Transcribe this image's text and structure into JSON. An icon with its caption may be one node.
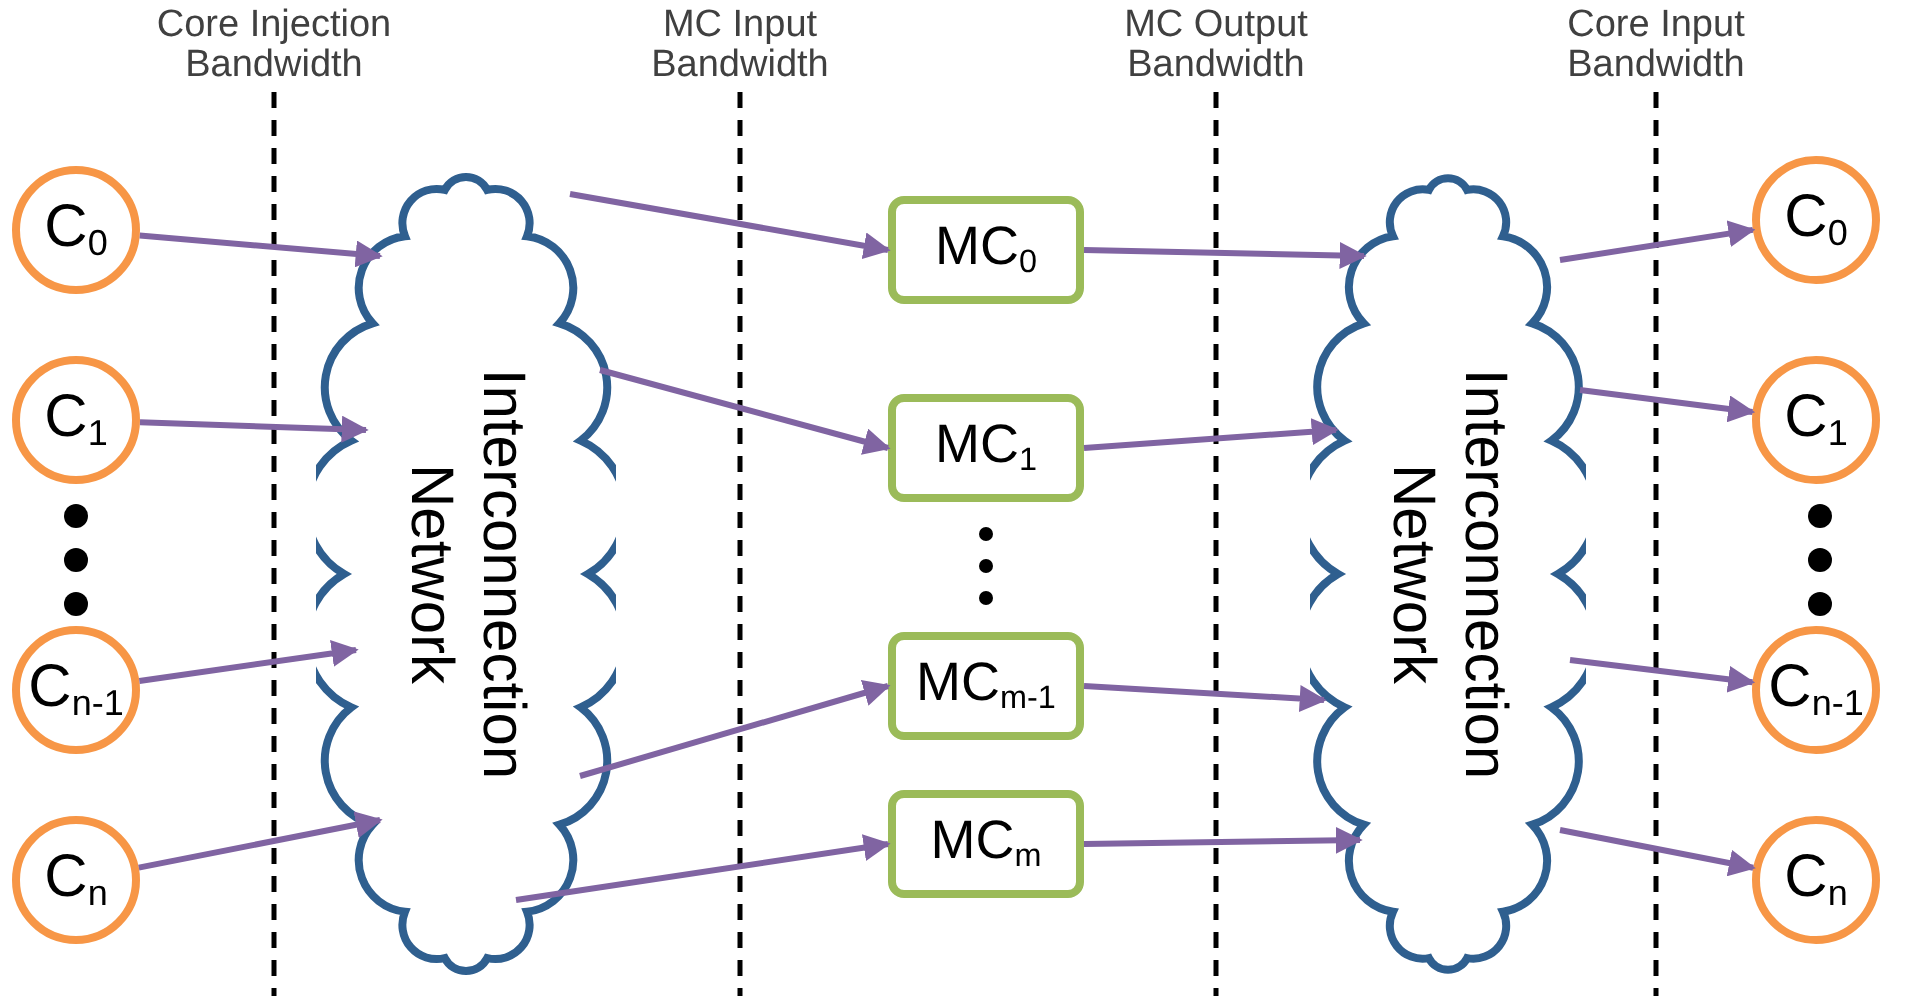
{
  "diagram": {
    "nodes": [
      {
        "text": [
          "C$_{0}$"
        ]
      },
      {
        "text": [
          "C$_{1}$"
        ]
      },
      {
        "text": [
          "C$_{n-1}$"
        ]
      },
      {
        "text": [
          "C$_{n}$"
        ]
      },
      {
        "text": [
          "Interconnection Network"
        ]
      },
      {
        "text": [
          "MC$_{0}$"
        ]
      },
      {
        "text": [
          "MC$_{1}$"
        ]
      },
      {
        "text": [
          "MC$_{m-1}$"
        ]
      },
      {
        "text": [
          "MC$_{m}$"
        ]
      },
      {
        "text": [
          "Interconnection Network"
        ]
      },
      {
        "text": [
          "C$_{0}$"
        ]
      },
      {
        "text": [
          "C$_{1}$"
        ]
      },
      {
        "text": [
          "C$_{n-1}$"
        ]
      },
      {
        "text": [
          "C$_{n}$"
        ]
      }
    ],
    "edges": [
      {
        "from": 0,
        "to": 4,
        "arrow": "to"
      },
      {
        "from": 1,
        "to": 4,
        "arrow": "to"
      },
      {
        "from": 2,
        "to": 4,
        "arrow": "to"
      },
      {
        "from": 3,
        "to": 4,
        "arrow": "to"
      },
      {
        "from": 4,
        "to": 5,
        "arrow": "to"
      },
      {
        "from": 4,
        "to": 6,
        "arrow": "to"
      },
      {
        "from": 4,
        "to": 7,
        "arrow": "to"
      },
      {
        "from": 4,
        "to": 8,
        "arrow": "to"
      },
      {
        "from": 5,
        "to": 9,
        "arrow": "to"
      },
      {
        "from": 6,
        "to": 9,
        "arrow": "to"
      },
      {
        "from": 7,
        "to": 9,
        "arrow": "to"
      },
      {
        "from": 8,
        "to": 9,
        "arrow": "to"
      },
      {
        "from": 9,
        "to": 10,
        "arrow": "to"
      },
      {
        "from": 9,
        "to": 11,
        "arrow": "to"
      },
      {
        "from": 9,
        "to": 12,
        "arrow": "to"
      },
      {
        "from": 9,
        "to": 13,
        "arrow": "to"
      }
    ],
    "labels": [
      "Core Injection Bandwidth",
      "MC Input Bandwidth",
      "MC Output Bandwidth",
      "Core Input Bandwidth"
    ]
  }
}
